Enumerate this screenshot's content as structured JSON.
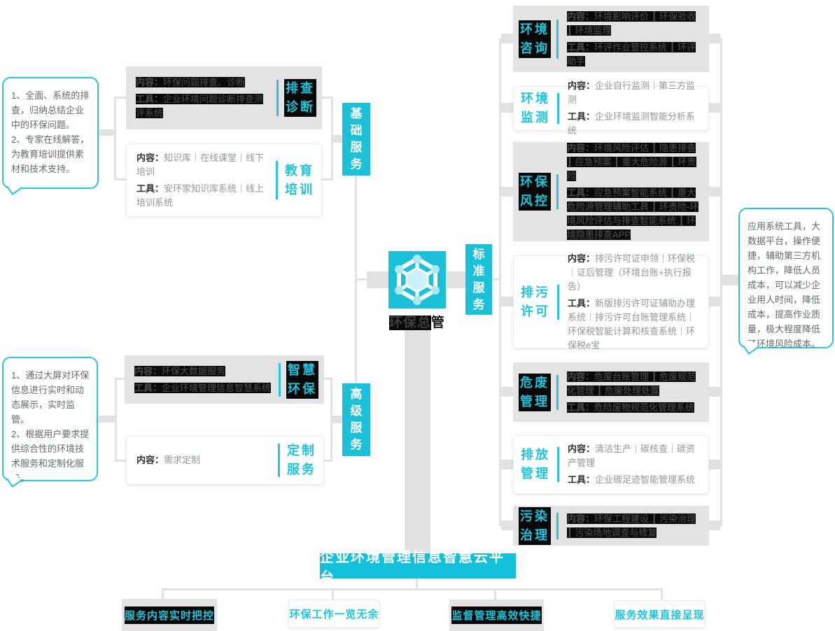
{
  "colors": {
    "accent": "#1bc1d9",
    "highlight": "#0a0a0a",
    "connector": "#e2e2e2",
    "box_gray": "#e3e3e3"
  },
  "center": {
    "icon": "hexagon-network-icon",
    "label_hl": "环保总",
    "label_rest": "管"
  },
  "banner": "企业环境管理信息智慧云平台",
  "tags": {
    "basic": "基础服务",
    "advanced": "高级服务",
    "standard": "标准服务"
  },
  "notes": {
    "basic": "1、全面、系统的排查，归纳总结企业中的环保问题。\n2、专家在线解答，为教育培训提供素材和技术支持。",
    "advanced": "1、通过大屏对环保信息进行实时和动态展示，实时监管。\n2、根据用户要求提供综合性的环境技术服务和定制化服务。",
    "standard": "应用系统工具，大数据平台，操作便捷，辅助第三方机构工作，降低人员成本，可以减少企业用人时间，降低成本，提高作业质量，极大程度降低了环境风险成本。"
  },
  "basic_boxes": [
    {
      "title": "排查诊断",
      "highlighted": true,
      "lines": [
        {
          "label": "内容：",
          "value": "环保问题排查、诊断"
        },
        {
          "label": "工具：",
          "value": "企业环境问题诊断排查测评系统"
        }
      ]
    },
    {
      "title": "教育培训",
      "highlighted": false,
      "lines": [
        {
          "label": "内容：",
          "value": "知识库｜在线课堂｜线下培训"
        },
        {
          "label": "工具：",
          "value": "安环家知识库系统｜线上培训系统"
        }
      ]
    }
  ],
  "advanced_boxes": [
    {
      "title": "智慧环保",
      "highlighted": true,
      "lines": [
        {
          "label": "内容：",
          "value": "环保大数据服务"
        },
        {
          "label": "工具：",
          "value": "企业环境管理信息智慧系统"
        }
      ]
    },
    {
      "title": "定制服务",
      "highlighted": false,
      "lines": [
        {
          "label": "内容：",
          "value": "需求定制"
        }
      ]
    }
  ],
  "standard_boxes": [
    {
      "title": "环境咨询",
      "highlighted": true,
      "lines": [
        {
          "label": "内容：",
          "value": "环境影响评价 ┃ 环保验收 ┃ 环境监理"
        },
        {
          "label": "工具：",
          "value": "环评作业管控系统 ┃ 环评助手"
        }
      ]
    },
    {
      "title": "环境监测",
      "highlighted": false,
      "lines": [
        {
          "label": "内容：",
          "value": "企业自行监测｜第三方监测"
        },
        {
          "label": "工具：",
          "value": "企业环境监测智能分析系统"
        }
      ]
    },
    {
      "title": "环保风控",
      "highlighted": true,
      "lines": [
        {
          "label": "内容：",
          "value": "环境风险评估 ┃ 隐患排查 ┃ 应急预案 ┃ 重大危险源 ┃ 环责险"
        },
        {
          "label": "工具：",
          "value": "应急预案智能系统 ┃ 重大危险源管理辅助工具 ┃ 环责险-环境风险评估与排查智能系统 ┃ 环境隐患排查APP"
        }
      ]
    },
    {
      "title": "排污许可",
      "highlighted": false,
      "lines": [
        {
          "label": "内容：",
          "value": "排污许可证申领｜环保税｜证后管理（环境台账+执行报告）"
        },
        {
          "label": "工具：",
          "value": "新版排污许可证辅助办理系统｜排污许可台账管理系统｜环保税智能计算和核查系统｜环保税e宝"
        }
      ]
    },
    {
      "title": "危废管理",
      "highlighted": true,
      "lines": [
        {
          "label": "内容：",
          "value": "危废台账管理 ┃ 危废规范化管理 ┃ 危废处理处置"
        },
        {
          "label": "工具：",
          "value": "危险废物规范化管理系统"
        }
      ]
    },
    {
      "title": "排放管理",
      "highlighted": false,
      "lines": [
        {
          "label": "内容：",
          "value": "清洁生产｜碳核查｜碳资产管理"
        },
        {
          "label": "工具：",
          "value": "企业碳足迹智能管理系统"
        }
      ]
    },
    {
      "title": "污染治理",
      "highlighted": true,
      "lines": [
        {
          "label": "内容：",
          "value": "环保工程建设 ┃ 污染治理 ┃ 污染场地调查与修复"
        }
      ]
    }
  ],
  "bottom_items": [
    {
      "label": "服务内容实时把控",
      "highlighted": true
    },
    {
      "label": "环保工作一览无余",
      "highlighted": false
    },
    {
      "label": "监督管理高效快捷",
      "highlighted": true
    },
    {
      "label": "服务效果直接呈现",
      "highlighted": false
    }
  ]
}
